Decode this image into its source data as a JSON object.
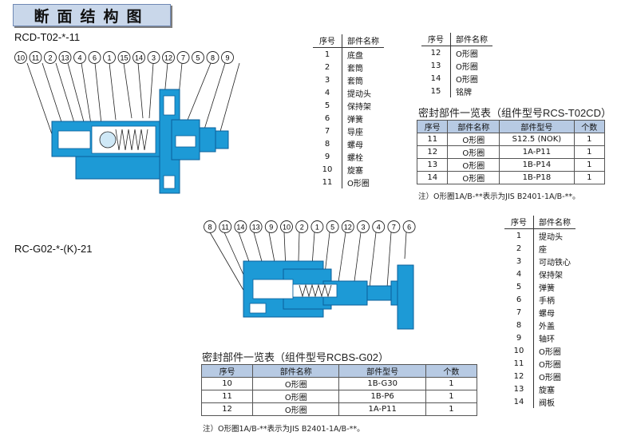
{
  "title": "断面结构图",
  "models": {
    "top": "RCD-T02-*-11",
    "bottom": "RC-G02-*-(K)-21"
  },
  "top_callouts": [
    "10",
    "11",
    "2",
    "13",
    "4",
    "6",
    "1",
    "15",
    "14",
    "3",
    "12",
    "7",
    "5",
    "8",
    "9"
  ],
  "bottom_callouts": [
    "8",
    "11",
    "14",
    "13",
    "9",
    "10",
    "2",
    "1",
    "5",
    "12",
    "3",
    "4",
    "7",
    "6"
  ],
  "headers": {
    "no": "序号",
    "name": "部件名称",
    "model": "部件型号",
    "qty": "个数"
  },
  "parts_top_a": [
    {
      "no": "1",
      "name": "底盘"
    },
    {
      "no": "2",
      "name": "套筒"
    },
    {
      "no": "3",
      "name": "套筒"
    },
    {
      "no": "4",
      "name": "提动头"
    },
    {
      "no": "5",
      "name": "保持架"
    },
    {
      "no": "6",
      "name": "弹簧"
    },
    {
      "no": "7",
      "name": "导座"
    },
    {
      "no": "8",
      "name": "螺母"
    },
    {
      "no": "9",
      "name": "螺栓"
    },
    {
      "no": "10",
      "name": "旋塞"
    },
    {
      "no": "11",
      "name": "O形圈"
    }
  ],
  "parts_top_b": [
    {
      "no": "12",
      "name": "O形圈"
    },
    {
      "no": "13",
      "name": "O形圈"
    },
    {
      "no": "14",
      "name": "O形圈"
    },
    {
      "no": "15",
      "name": "铭牌"
    }
  ],
  "seal_top": {
    "title": "密封部件一览表（组件型号RCS-T02CD）",
    "rows": [
      {
        "no": "11",
        "name": "O形圈",
        "model": "S12.5 (NOK)",
        "qty": "1"
      },
      {
        "no": "12",
        "name": "O形圈",
        "model": "1A-P11",
        "qty": "1"
      },
      {
        "no": "13",
        "name": "O形圈",
        "model": "1B-P14",
        "qty": "1"
      },
      {
        "no": "14",
        "name": "O形圈",
        "model": "1B-P18",
        "qty": "1"
      }
    ],
    "note": "注）O形圈1A/B-**表示为JIS B2401-1A/B-**。"
  },
  "parts_bottom": [
    {
      "no": "1",
      "name": "提动头"
    },
    {
      "no": "2",
      "name": "座"
    },
    {
      "no": "3",
      "name": "可动铁心"
    },
    {
      "no": "4",
      "name": "保持架"
    },
    {
      "no": "5",
      "name": "弹簧"
    },
    {
      "no": "6",
      "name": "手柄"
    },
    {
      "no": "7",
      "name": "螺母"
    },
    {
      "no": "8",
      "name": "外盖"
    },
    {
      "no": "9",
      "name": "轴环"
    },
    {
      "no": "10",
      "name": "O形圈"
    },
    {
      "no": "11",
      "name": "O形圈"
    },
    {
      "no": "12",
      "name": "O形圈"
    },
    {
      "no": "13",
      "name": "旋塞"
    },
    {
      "no": "14",
      "name": "阀板"
    }
  ],
  "seal_bottom": {
    "title": "密封部件一览表（组件型号RCBS-G02）",
    "rows": [
      {
        "no": "10",
        "name": "O形圈",
        "model": "1B-G30",
        "qty": "1"
      },
      {
        "no": "11",
        "name": "O形圈",
        "model": "1B-P6",
        "qty": "1"
      },
      {
        "no": "12",
        "name": "O形圈",
        "model": "1A-P11",
        "qty": "1"
      }
    ],
    "note": "注）O形圈1A/B-**表示为JIS B2401-1A/B-**。"
  },
  "colors": {
    "body": "#1d9ad6",
    "dark": "#0a5f9a",
    "header": "#b7cae3"
  }
}
